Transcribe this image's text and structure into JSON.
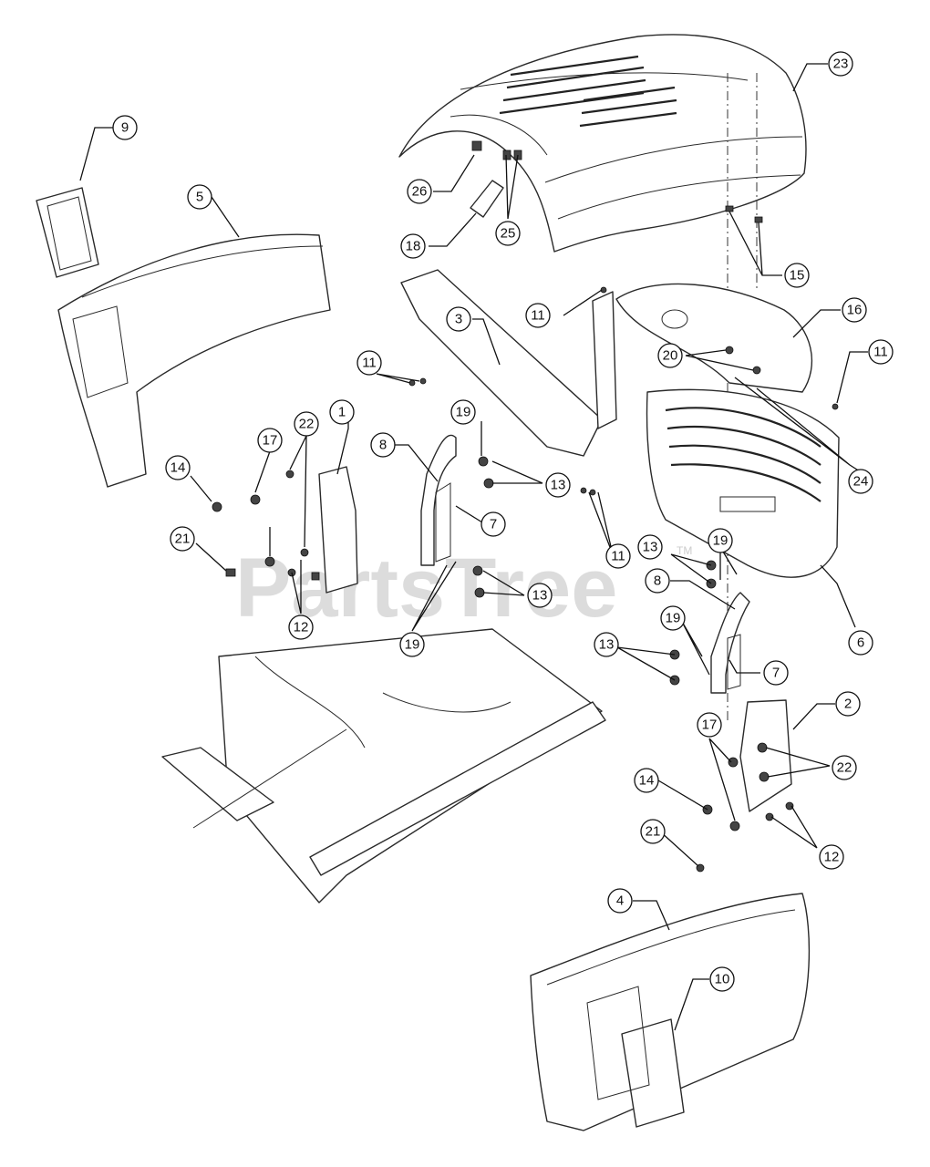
{
  "watermark": {
    "text": "PartsTree",
    "trademark": "TM"
  },
  "callouts": [
    {
      "id": "c23",
      "label": "23"
    },
    {
      "id": "c9",
      "label": "9"
    },
    {
      "id": "c5",
      "label": "5"
    },
    {
      "id": "c26",
      "label": "26"
    },
    {
      "id": "c25",
      "label": "25"
    },
    {
      "id": "c18",
      "label": "18"
    },
    {
      "id": "c15",
      "label": "15"
    },
    {
      "id": "c16",
      "label": "16"
    },
    {
      "id": "c3",
      "label": "3"
    },
    {
      "id": "c11a",
      "label": "11"
    },
    {
      "id": "c11b",
      "label": "11"
    },
    {
      "id": "c11c",
      "label": "11"
    },
    {
      "id": "c11d",
      "label": "11"
    },
    {
      "id": "c20",
      "label": "20"
    },
    {
      "id": "c1",
      "label": "1"
    },
    {
      "id": "c19a",
      "label": "19"
    },
    {
      "id": "c24",
      "label": "24"
    },
    {
      "id": "c17a",
      "label": "17"
    },
    {
      "id": "c22a",
      "label": "22"
    },
    {
      "id": "c8a",
      "label": "8"
    },
    {
      "id": "c13a",
      "label": "13"
    },
    {
      "id": "c14a",
      "label": "14"
    },
    {
      "id": "c7a",
      "label": "7"
    },
    {
      "id": "c21a",
      "label": "21"
    },
    {
      "id": "c13b",
      "label": "13"
    },
    {
      "id": "c19b",
      "label": "19"
    },
    {
      "id": "c13c",
      "label": "13"
    },
    {
      "id": "c12a",
      "label": "12"
    },
    {
      "id": "c8b",
      "label": "8"
    },
    {
      "id": "c19c",
      "label": "19"
    },
    {
      "id": "c6",
      "label": "6"
    },
    {
      "id": "c13d",
      "label": "13"
    },
    {
      "id": "c19d",
      "label": "19"
    },
    {
      "id": "c7b",
      "label": "7"
    },
    {
      "id": "c2",
      "label": "2"
    },
    {
      "id": "c17b",
      "label": "17"
    },
    {
      "id": "c22b",
      "label": "22"
    },
    {
      "id": "c14b",
      "label": "14"
    },
    {
      "id": "c21b",
      "label": "21"
    },
    {
      "id": "c12b",
      "label": "12"
    },
    {
      "id": "c4",
      "label": "4"
    },
    {
      "id": "c10",
      "label": "10"
    }
  ]
}
